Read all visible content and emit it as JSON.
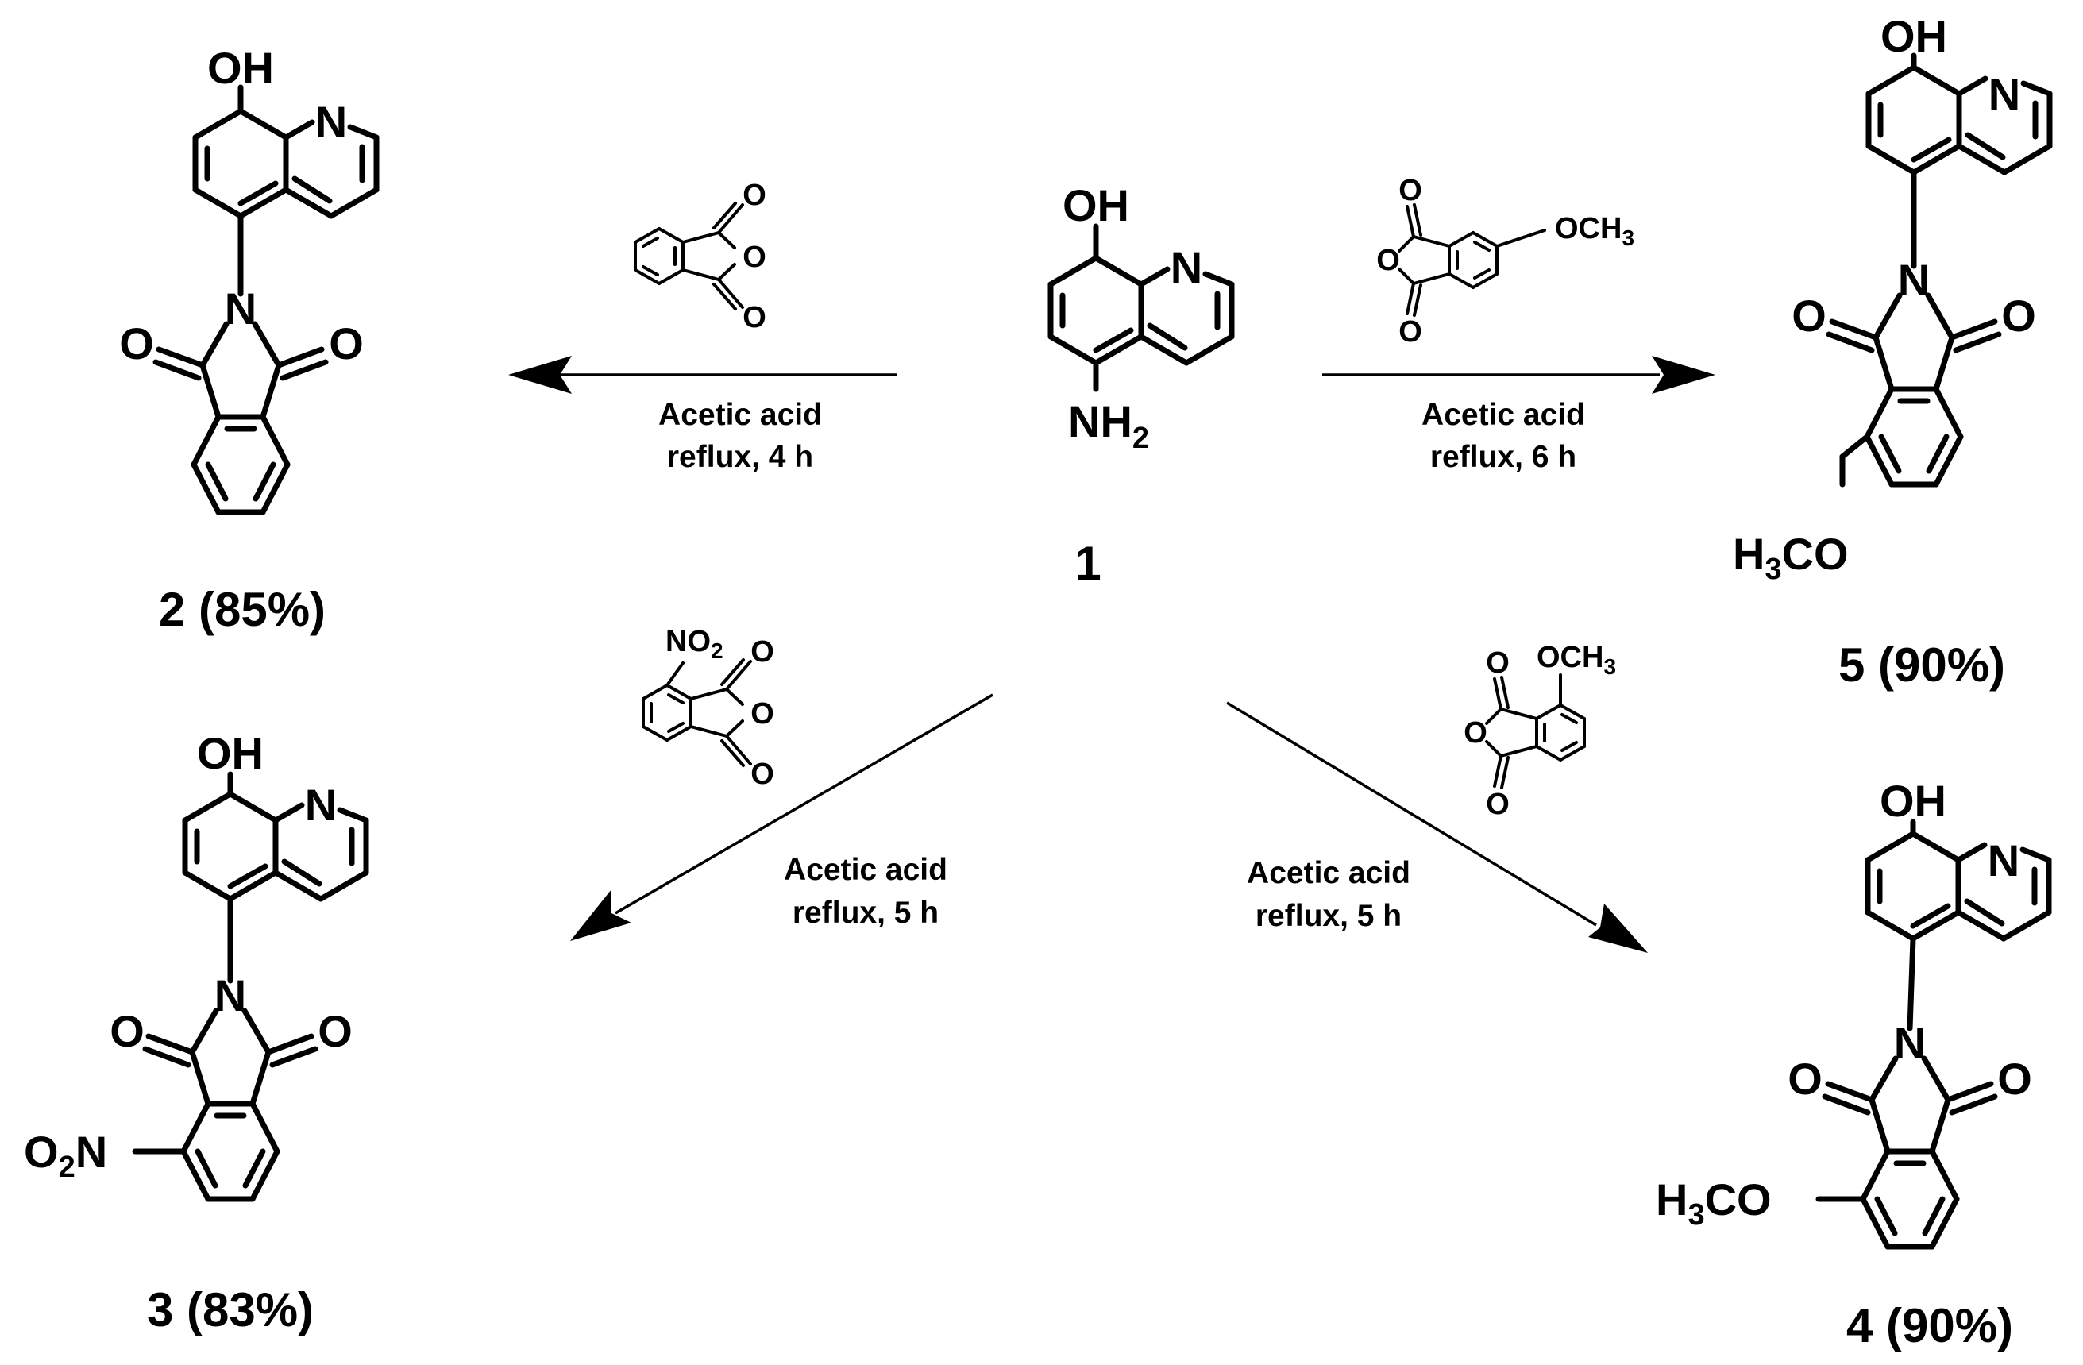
{
  "atoms": {
    "OH": "OH",
    "N": "N",
    "O": "O",
    "NH": "NH",
    "H2": "2",
    "OCH": "OCH",
    "CH3sub": "3",
    "H": "H",
    "H3sub": "3",
    "CO": "CO",
    "NO": "NO",
    "NO2sub": "2",
    "O2": "O",
    "O2sub": "2",
    "Nn": "N"
  },
  "compounds": {
    "c1": "1",
    "c2": "2 (85%)",
    "c3": "3 (83%)",
    "c4": "4 (90%)",
    "c5": "5 (90%)"
  },
  "conditions": {
    "r2": {
      "solvent": "Acetic acid",
      "time": "reflux, 4 h"
    },
    "r5": {
      "solvent": "Acetic acid",
      "time": "reflux, 6 h"
    },
    "r3": {
      "solvent": "Acetic acid",
      "time": "reflux, 5 h"
    },
    "r4": {
      "solvent": "Acetic acid",
      "time": "reflux, 5 h"
    }
  }
}
